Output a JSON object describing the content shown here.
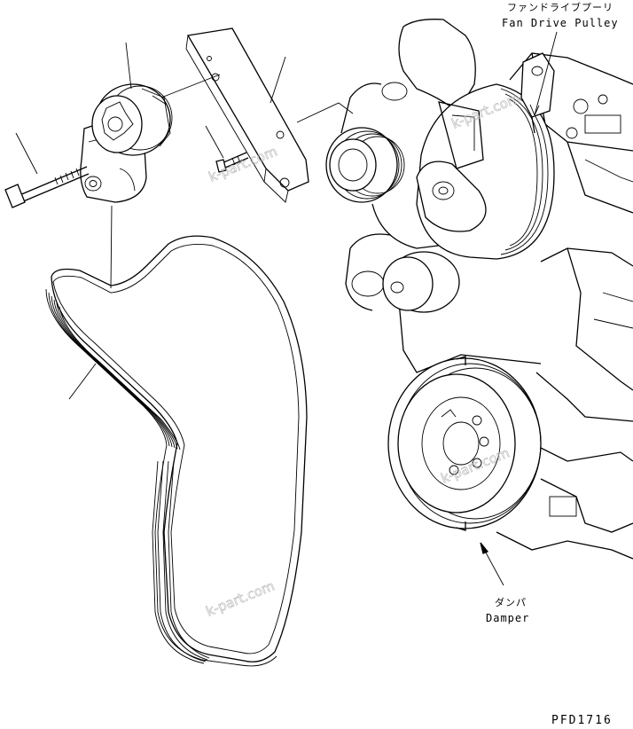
{
  "labels": {
    "fan_drive_pulley_jp": "ファンドライブプーリ",
    "fan_drive_pulley_en": "Fan Drive Pulley",
    "damper_jp": "ダンパ",
    "damper_en": "Damper",
    "drawing_code": "PFD1716"
  },
  "watermark": "k-part.com"
}
